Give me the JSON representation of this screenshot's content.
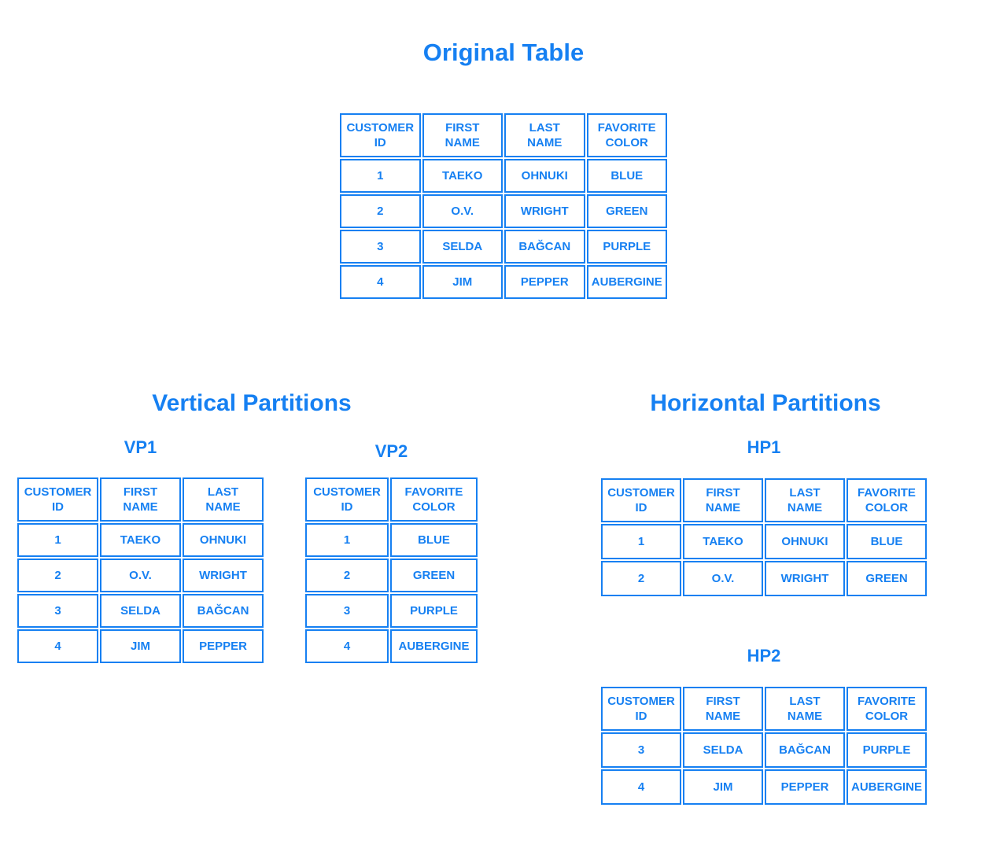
{
  "colors": {
    "accent": "#1680F2",
    "background": "#FFFFFF"
  },
  "original": {
    "title": "Original Table",
    "table": {
      "headers": [
        "CUSTOMER\nID",
        "FIRST\nNAME",
        "LAST\nNAME",
        "FAVORITE\nCOLOR"
      ],
      "rows": [
        [
          "1",
          "TAEKO",
          "OHNUKI",
          "BLUE"
        ],
        [
          "2",
          "O.V.",
          "WRIGHT",
          "GREEN"
        ],
        [
          "3",
          "SELDA",
          "BAĞCAN",
          "PURPLE"
        ],
        [
          "4",
          "JIM",
          "PEPPER",
          "AUBERGINE"
        ]
      ]
    }
  },
  "vertical": {
    "title": "Vertical Partitions",
    "partitions": [
      {
        "label": "VP1",
        "table": {
          "headers": [
            "CUSTOMER\nID",
            "FIRST\nNAME",
            "LAST\nNAME"
          ],
          "rows": [
            [
              "1",
              "TAEKO",
              "OHNUKI"
            ],
            [
              "2",
              "O.V.",
              "WRIGHT"
            ],
            [
              "3",
              "SELDA",
              "BAĞCAN"
            ],
            [
              "4",
              "JIM",
              "PEPPER"
            ]
          ]
        }
      },
      {
        "label": "VP2",
        "table": {
          "headers": [
            "CUSTOMER\nID",
            "FAVORITE\nCOLOR"
          ],
          "rows": [
            [
              "1",
              "BLUE"
            ],
            [
              "2",
              "GREEN"
            ],
            [
              "3",
              "PURPLE"
            ],
            [
              "4",
              "AUBERGINE"
            ]
          ]
        }
      }
    ]
  },
  "horizontal": {
    "title": "Horizontal Partitions",
    "partitions": [
      {
        "label": "HP1",
        "table": {
          "headers": [
            "CUSTOMER\nID",
            "FIRST\nNAME",
            "LAST\nNAME",
            "FAVORITE\nCOLOR"
          ],
          "rows": [
            [
              "1",
              "TAEKO",
              "OHNUKI",
              "BLUE"
            ],
            [
              "2",
              "O.V.",
              "WRIGHT",
              "GREEN"
            ]
          ]
        }
      },
      {
        "label": "HP2",
        "table": {
          "headers": [
            "CUSTOMER\nID",
            "FIRST\nNAME",
            "LAST\nNAME",
            "FAVORITE\nCOLOR"
          ],
          "rows": [
            [
              "3",
              "SELDA",
              "BAĞCAN",
              "PURPLE"
            ],
            [
              "4",
              "JIM",
              "PEPPER",
              "AUBERGINE"
            ]
          ]
        }
      }
    ]
  }
}
